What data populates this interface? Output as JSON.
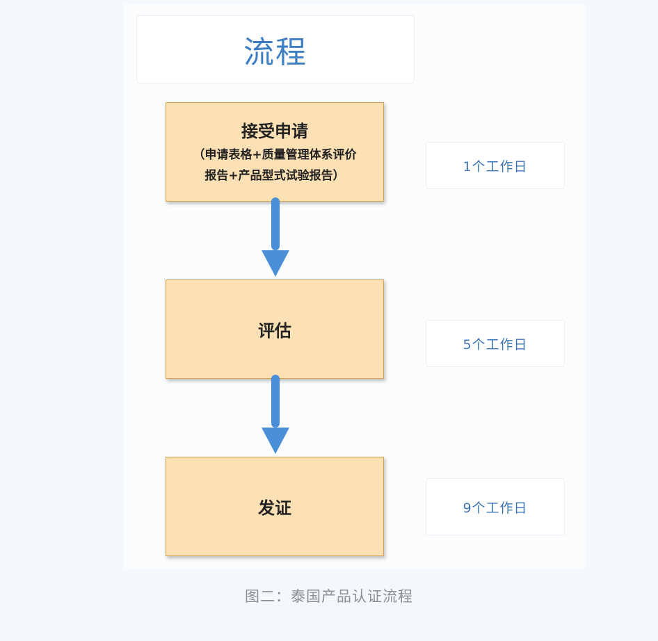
{
  "title": "流程",
  "steps": [
    {
      "title": "接受申请",
      "detail_lines": [
        "（申请表格+质量管理体系评价",
        "报告+产品型式试验报告）"
      ],
      "duration": "1个工作日"
    },
    {
      "title": "评估",
      "detail_lines": [],
      "duration": "5个工作日"
    },
    {
      "title": "发证",
      "detail_lines": [],
      "duration": "9个工作日"
    }
  ],
  "caption": "图二：泰国产品认证流程",
  "colors": {
    "step_fill": "#fde1b4",
    "step_border": "#d6a24e",
    "arrow": "#4a90d9",
    "title_text": "#3e7ec4",
    "duration_text": "#3b74b6"
  },
  "icons": [
    "arrow-down-icon"
  ]
}
